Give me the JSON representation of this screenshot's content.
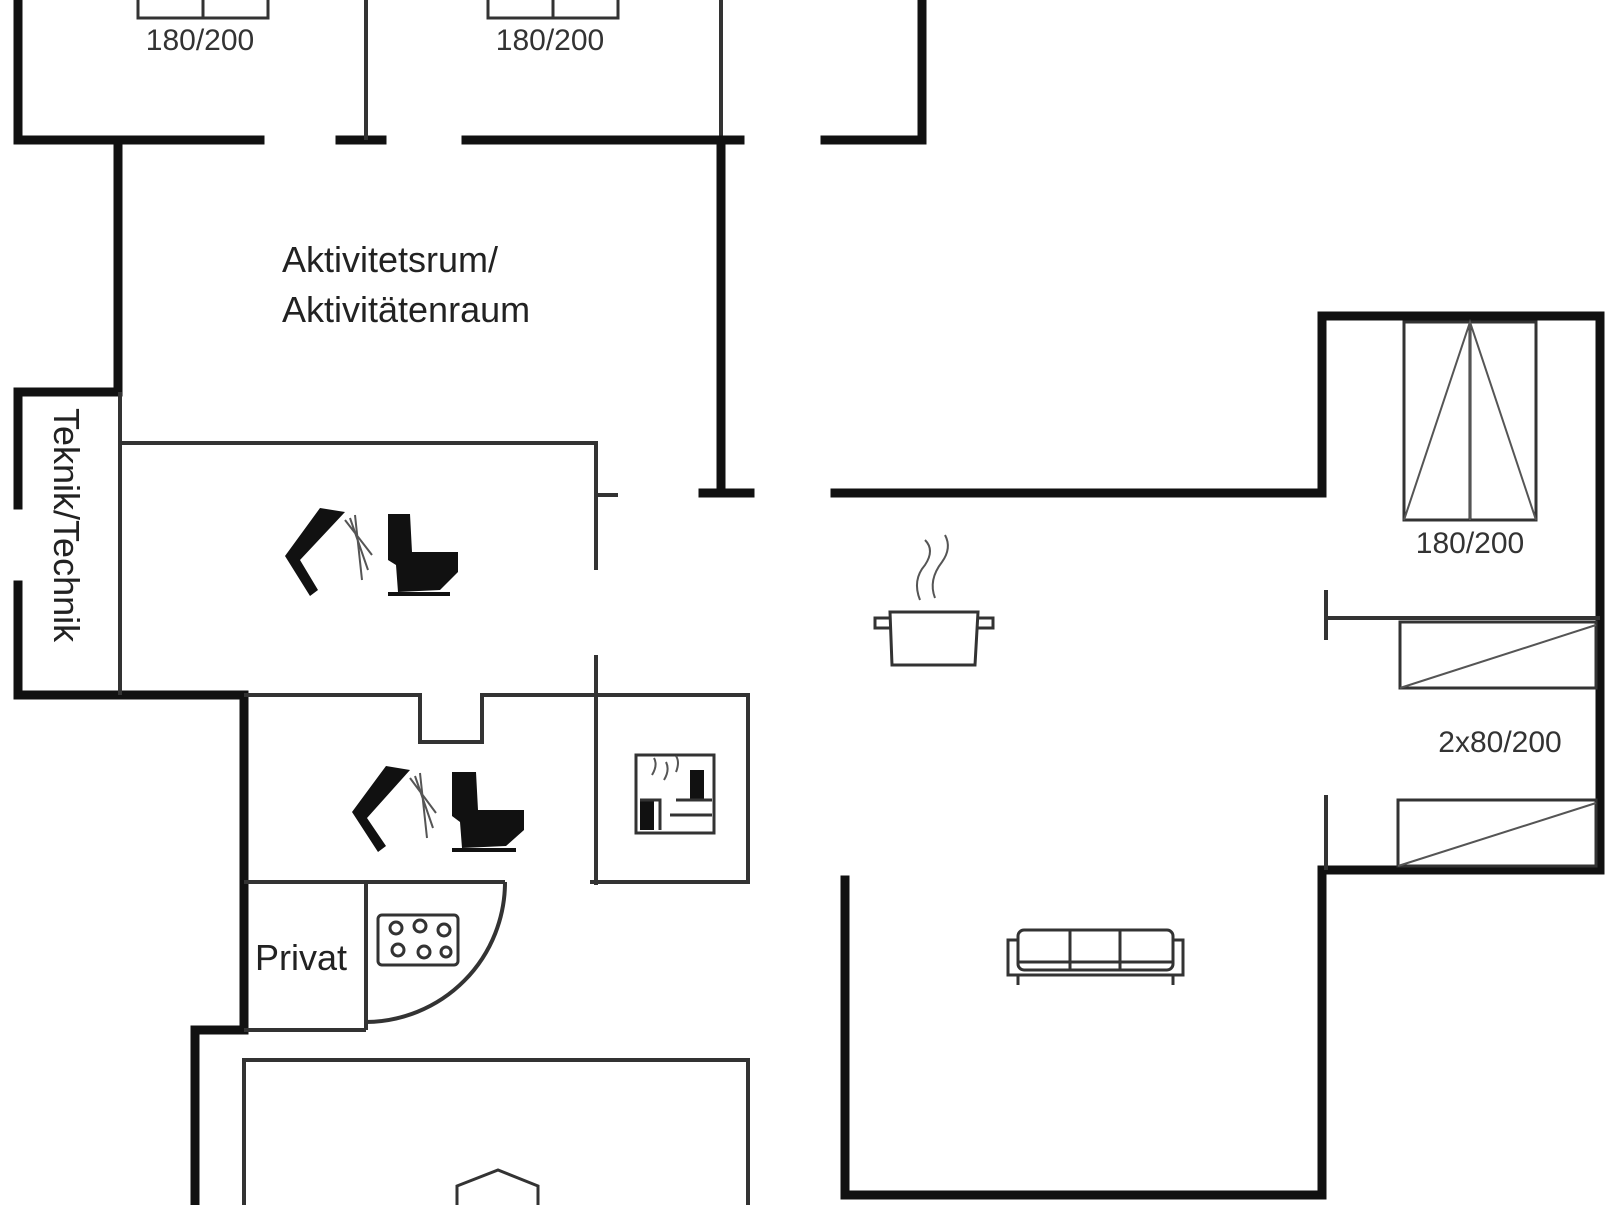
{
  "rooms": {
    "bedroom_1_bed": "180/200",
    "bedroom_2_bed": "180/200",
    "bedroom_3_bed": "180/200",
    "activity_room_line1": "Aktivitetsrum/",
    "activity_room_line2": "Aktivitätenraum",
    "technik": "Teknik/Technik",
    "privat": "Privat",
    "bunk_beds": "2x80/200"
  },
  "colors": {
    "wall": "#111111",
    "line": "#333333",
    "background": "#ffffff"
  },
  "icons": [
    "shower-icon",
    "toilet-icon",
    "sauna-icon",
    "stove-icon",
    "kitchen-pot-icon",
    "sofa-icon",
    "double-bed-icon",
    "single-bed-icon"
  ]
}
